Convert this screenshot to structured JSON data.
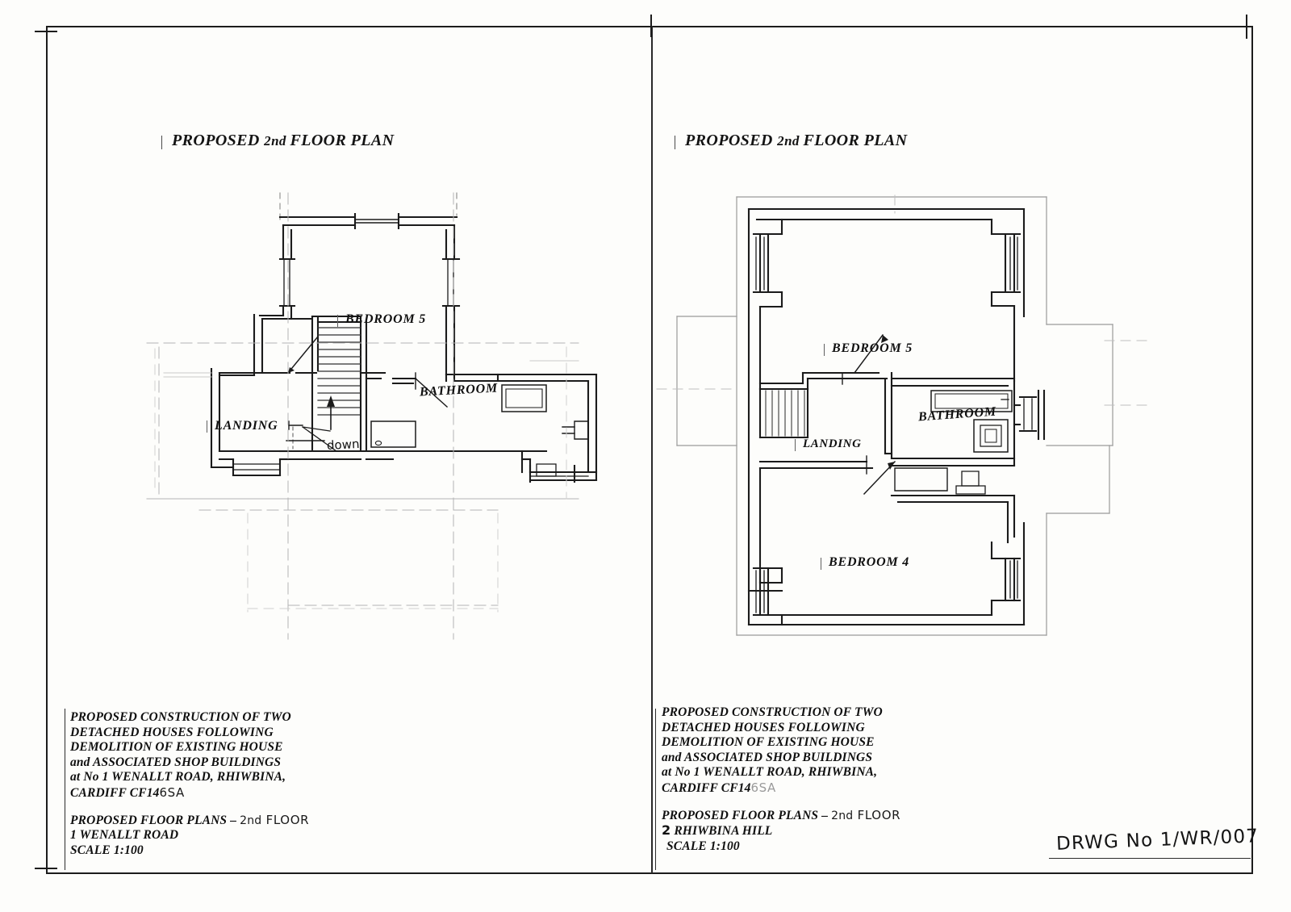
{
  "sheet": {
    "drawing_number": "DRWG No 1/WR/007"
  },
  "plans": [
    {
      "id": "left",
      "heading_main": "PROPOSED ",
      "heading_mid": "2nd ",
      "heading_end": "FLOOR PLAN",
      "rooms": [
        {
          "name": "BEDROOM 5"
        },
        {
          "name": "LANDING"
        },
        {
          "name": "BATHROOM"
        }
      ],
      "stair_note": "down",
      "title_block": {
        "line1": "PROPOSED CONSTRUCTION OF TWO",
        "line2": "DETACHED HOUSES FOLLOWING",
        "line3": "DEMOLITION OF EXISTING HOUSE",
        "line4": "and ASSOCIATED SHOP BUILDINGS",
        "line5": "at No 1 WENALLT ROAD, RHIWBINA,",
        "line6_printed": "CARDIFF  CF14",
        "line6_hand": "6SA",
        "line7_printed": "PROPOSED FLOOR PLANS – ",
        "line7_hand_sup": "2nd",
        "line7_hand": " FLOOR",
        "line8": "1 WENALLT ROAD",
        "line9": "SCALE  1:100"
      }
    },
    {
      "id": "right",
      "heading_main": "PROPOSED ",
      "heading_mid": "2nd ",
      "heading_end": "FLOOR PLAN",
      "rooms": [
        {
          "name": "BEDROOM 5"
        },
        {
          "name": "LANDING"
        },
        {
          "name": "BATHROOM"
        },
        {
          "name": "BEDROOM 4"
        }
      ],
      "title_block": {
        "line1": "PROPOSED CONSTRUCTION OF TWO",
        "line2": "DETACHED HOUSES FOLLOWING",
        "line3": "DEMOLITION OF EXISTING HOUSE",
        "line4": "and ASSOCIATED SHOP BUILDINGS",
        "line5": "at No 1 WENALLT ROAD, RHIWBINA,",
        "line6_printed": "CARDIFF  CF14",
        "line6_hand": "6SA",
        "line7_printed": "PROPOSED FLOOR PLANS – ",
        "line7_hand_sup": "2nd",
        "line7_hand": " FLOOR",
        "line8_hand_num": "2",
        "line8": " RHIWBINA HILL",
        "line9": "SCALE  1:100"
      }
    }
  ]
}
